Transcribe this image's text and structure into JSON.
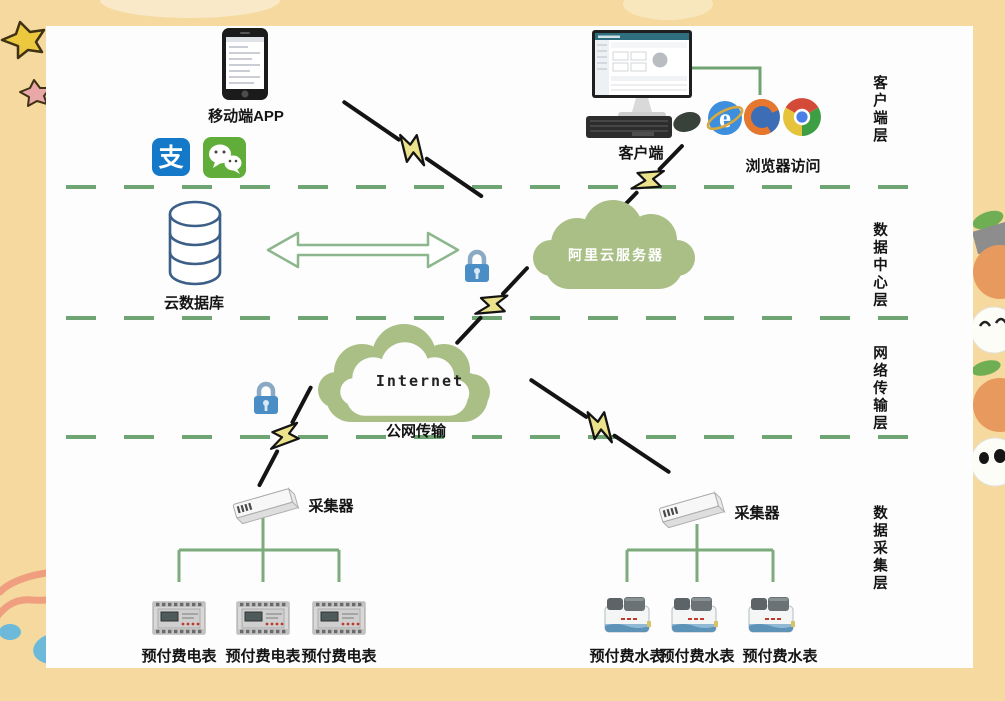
{
  "layer_labels": {
    "client": "客户端层",
    "data_center": "数据中心层",
    "network": "网络传输层",
    "collection": "数据采集层"
  },
  "client_layer": {
    "mobile_app": "移动端APP",
    "client": "客户端",
    "browser_access": "浏览器访问",
    "alipay_char": "支"
  },
  "data_center_layer": {
    "cloud_database": "云数据库",
    "ali_cloud_server": "阿里云服务器"
  },
  "network_layer": {
    "internet": "Internet",
    "public_network": "公网传输"
  },
  "collection_layer": {
    "collector_left": "采集器",
    "collector_right": "采集器",
    "electric_meters": [
      "预付费电表",
      "预付费电表",
      "预付费电表"
    ],
    "water_meters": [
      "预付费水表",
      "预付费水表",
      "预付费水表"
    ]
  },
  "colors": {
    "layer_divider_green": "#6fa572",
    "cloud_green": "#a9bf86",
    "connector_green": "#7cab7c",
    "lock_blue": "#4a8ec5",
    "database_blue": "#3b5f87",
    "bolt_yellow": "#ece28b",
    "background_tan": "#f5d99f"
  },
  "icons": {
    "smartphone-icon": "phone with app list screen",
    "alipay-icon": "blue rounded square with 支 glyph",
    "wechat-icon": "green rounded square with chat bubbles",
    "desktop-client-icon": "monitor with dashboard, keyboard and mouse",
    "ie-browser-icon": "blue e with gold orbit",
    "firefox-browser-icon": "orange fox ring around blue globe",
    "chrome-browser-icon": "red/green/yellow wheel with blue center",
    "database-cylinder-icon": "blue outlined stacked cylinder",
    "cloud-icon": "green cloud shape",
    "padlock-icon": "blue padlock",
    "lightning-bolt-icon": "black link line with yellow flash",
    "collector-device-icon": "white DIN-rail collector bar",
    "electric-meter-icon": "gray DIN-rail energy meter",
    "water-meter-icon": "white and blue prepaid water meter"
  }
}
